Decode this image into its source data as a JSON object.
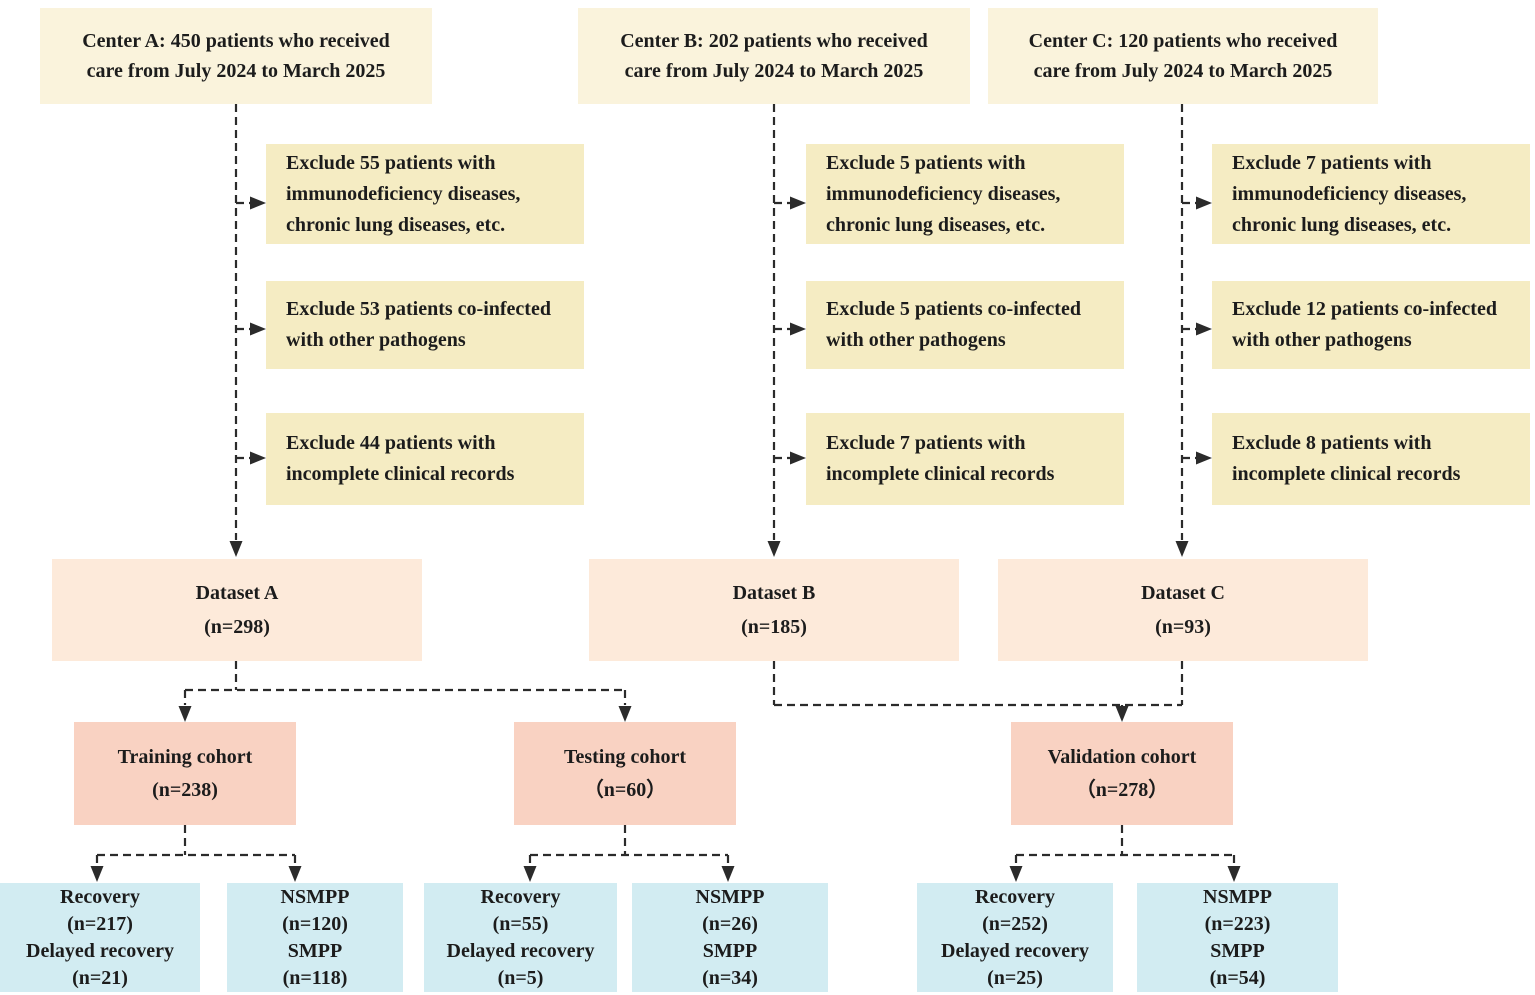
{
  "colors": {
    "box_cream": "#faf3dc",
    "box_yellow": "#f5ecc3",
    "box_peach": "#fdeada",
    "box_salmon": "#f9d2c2",
    "box_cyan": "#d2ecf2",
    "connector": "#2b2b2b",
    "text": "#1c1c1c",
    "background": "#ffffff"
  },
  "centers": [
    {
      "id": "A",
      "source": {
        "lines": [
          "Center A: 450 patients who received",
          "care from July 2024 to March 2025"
        ]
      },
      "exclusions": [
        {
          "lines3": [
            "Exclude 55 patients with",
            "immunodeficiency diseases,",
            "chronic lung diseases, etc."
          ]
        },
        {
          "lines2": [
            "Exclude 53 patients co-infected",
            "with other pathogens"
          ]
        },
        {
          "lines2": [
            "Exclude 44 patients with",
            "incomplete clinical records"
          ]
        }
      ],
      "dataset": {
        "name": "Dataset A",
        "n": "(n=298)"
      }
    },
    {
      "id": "B",
      "source": {
        "lines": [
          "Center B: 202 patients who received",
          "care from July 2024 to March 2025"
        ]
      },
      "exclusions": [
        {
          "lines3": [
            "Exclude 5 patients with",
            "immunodeficiency diseases,",
            "chronic lung diseases, etc."
          ]
        },
        {
          "lines2": [
            "Exclude 5 patients co-infected",
            "with other pathogens"
          ]
        },
        {
          "lines2": [
            "Exclude 7 patients with",
            "incomplete clinical records"
          ]
        }
      ],
      "dataset": {
        "name": "Dataset B",
        "n": "(n=185)"
      }
    },
    {
      "id": "C",
      "source": {
        "lines": [
          "Center C: 120 patients who received",
          "care from July 2024 to March 2025"
        ]
      },
      "exclusions": [
        {
          "lines3": [
            "Exclude 7 patients with",
            "immunodeficiency diseases,",
            "chronic lung diseases, etc."
          ]
        },
        {
          "lines2": [
            "Exclude 12 patients co-infected",
            "with other pathogens"
          ]
        },
        {
          "lines2": [
            "Exclude 8 patients with",
            "incomplete clinical records"
          ]
        }
      ],
      "dataset": {
        "name": "Dataset C",
        "n": "(n=93)"
      }
    }
  ],
  "cohorts": [
    {
      "name": "Training cohort",
      "n": "(n=238)"
    },
    {
      "name": "Testing cohort",
      "n": "（n=60）"
    },
    {
      "name": "Validation cohort",
      "n": "（n=278）"
    }
  ],
  "outcomes": [
    {
      "lines": [
        "Recovery",
        "(n=217)",
        "Delayed recovery",
        "(n=21)"
      ]
    },
    {
      "lines": [
        "NSMPP",
        "(n=120)",
        "SMPP",
        "(n=118)"
      ]
    },
    {
      "lines": [
        "Recovery",
        "(n=55)",
        "Delayed recovery",
        "(n=5)"
      ]
    },
    {
      "lines": [
        "NSMPP",
        "(n=26)",
        "SMPP",
        "(n=34)"
      ]
    },
    {
      "lines": [
        "Recovery",
        "(n=252)",
        "Delayed recovery",
        "(n=25)"
      ]
    },
    {
      "lines": [
        "NSMPP",
        "(n=223)",
        "SMPP",
        "(n=54)"
      ]
    }
  ]
}
